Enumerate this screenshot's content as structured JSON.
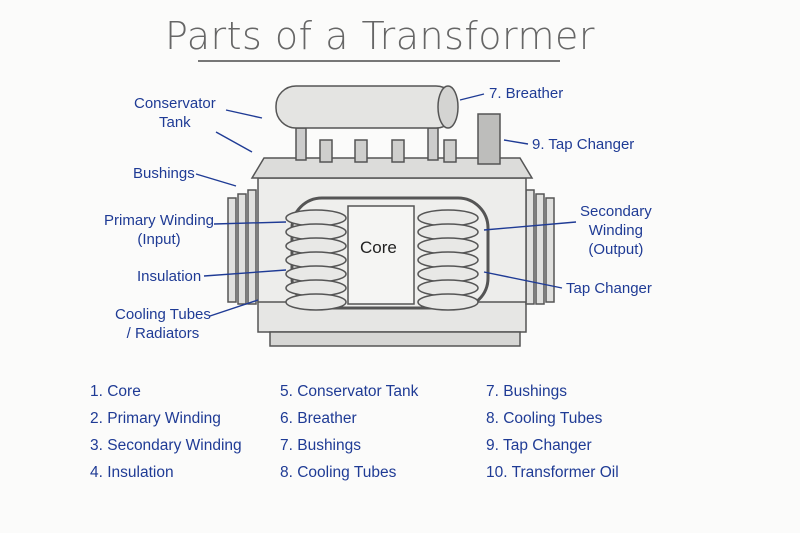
{
  "title": "Parts of a Transformer",
  "labels": {
    "conservator_tank": [
      "Conservator",
      "Tank"
    ],
    "bushings": "Bushings",
    "primary_winding": [
      "Primary Winding",
      "(Input)"
    ],
    "insulation": "Insulation",
    "cooling_tubes": [
      "Cooling Tubes",
      "/ Radiators"
    ],
    "breather": "7. Breather",
    "tap_changer_top": "9. Tap Changer",
    "secondary_winding": [
      "Secondary",
      "Winding",
      "(Output)"
    ],
    "tap_changer": "Tap Changer",
    "core": "Core"
  },
  "legend": [
    [
      "1. Core",
      "2. Primary Winding",
      "3. Secondary Winding",
      "4. Insulation"
    ],
    [
      "5. Conservator Tank",
      "6. Breather",
      "7. Bushings",
      "8. Cooling Tubes"
    ],
    [
      "7. Bushings",
      "8. Cooling Tubes",
      "9. Tap Changer",
      "10. Transformer Oil"
    ]
  ],
  "colors": {
    "ink": "#1f3b95",
    "sketch": "#555555"
  }
}
